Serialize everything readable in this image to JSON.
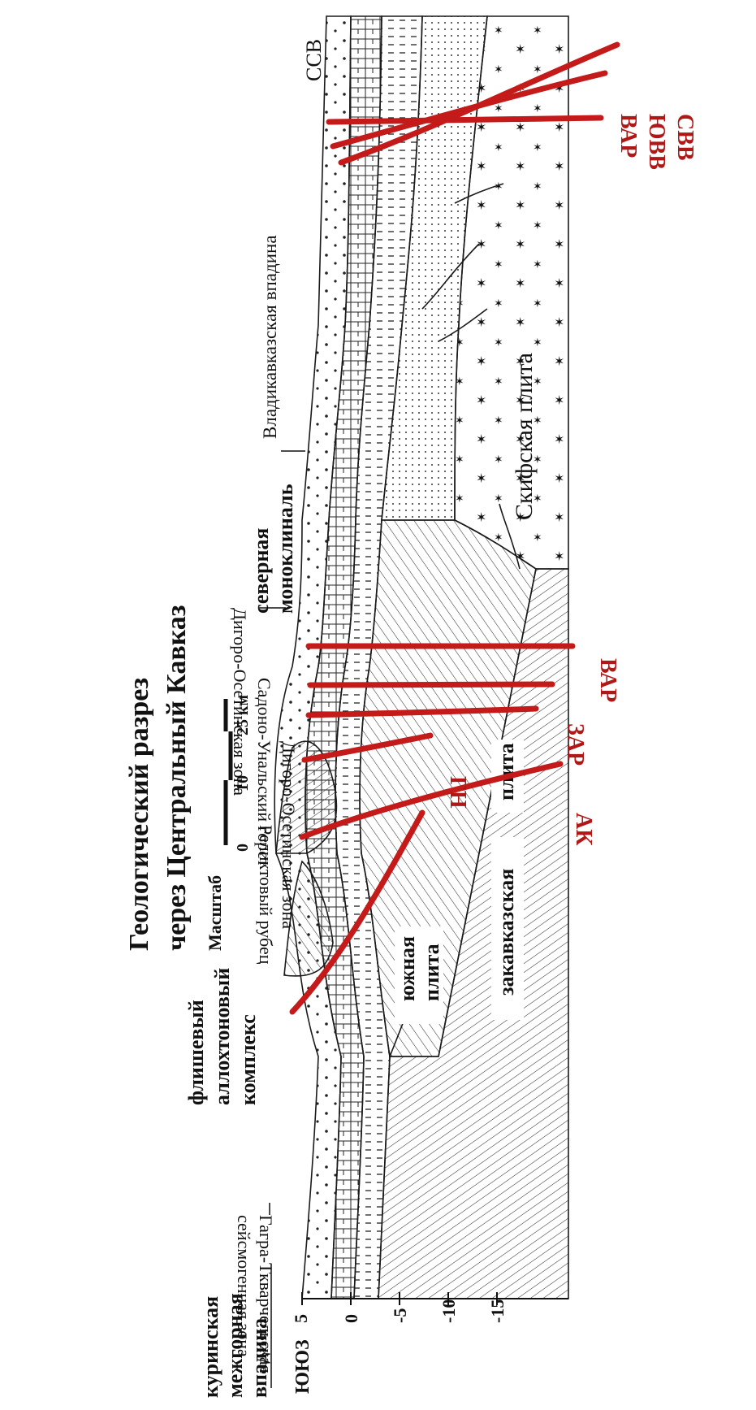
{
  "title_line1": "Геологический разрез",
  "title_line2": "через Центральный Кавказ",
  "scale": {
    "label": "Масштаб",
    "ticks": [
      "0",
      "10",
      "25 км"
    ]
  },
  "directions": {
    "left_end": "ЮЮЗ",
    "right_end": "ССВ"
  },
  "depth_axis": {
    "ticks": [
      "5",
      "0",
      "-5",
      "-10",
      "-15"
    ]
  },
  "zones": {
    "kura_line1": "куринская",
    "kura_line2": "межгорная",
    "kura_line3": "впадина",
    "gagra_line1": "Гагра-Ткварчельская",
    "gagra_line2": "сейсмогенная зона",
    "flysch_line1": "флишевый",
    "flysch_line2": "аллохтоновый",
    "flysch_line3": "комплекс",
    "relict": "Реликтовый рубец",
    "digoro1": "Дигоро-Осетинская зона",
    "sadon": "Садоно-Унальский горст",
    "digoro2": "Дигоро-Осетинская зона",
    "north_mono_line1": "северная",
    "north_mono_line2": "моноклиналь",
    "vladikavkaz": "Владикавказская впадина",
    "south_plate_line1": "южная",
    "south_plate_line2": "плита",
    "transcaucasian_line1": "закавказская",
    "transcaucasian_line2": "плита",
    "scythian": "Скифская плита"
  },
  "faults": {
    "ak": "АК",
    "gn": "ГН",
    "zar": "ЗАР",
    "var_mid": "ВАР",
    "var_north": "ВАР",
    "yuvv": "ЮВВ",
    "svv": "СВВ"
  },
  "colors": {
    "fault_red": "#c41a1a",
    "label_red": "#b01818"
  }
}
